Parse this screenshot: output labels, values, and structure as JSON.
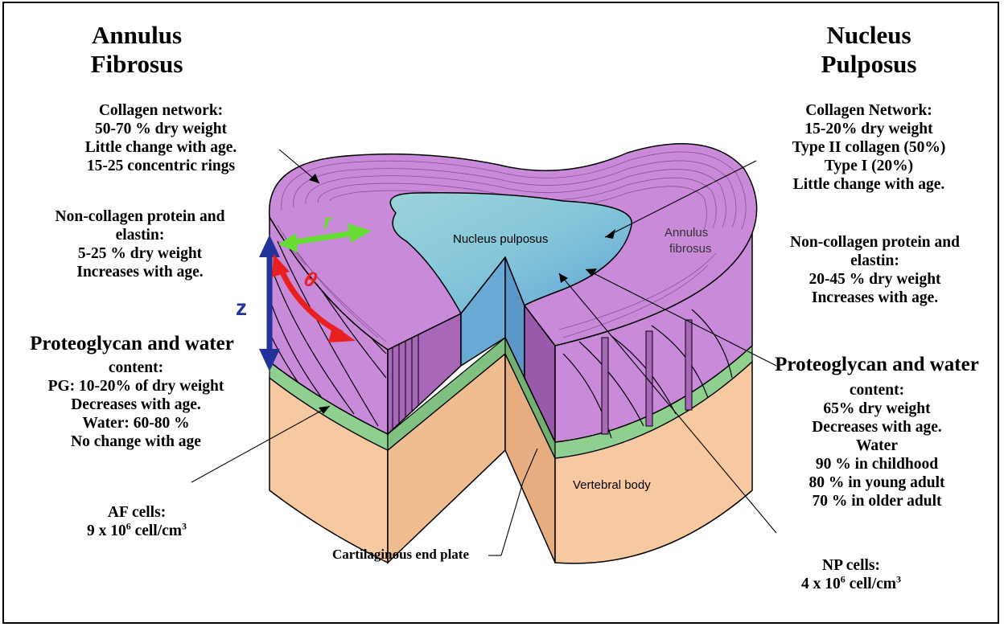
{
  "annulus": {
    "title": [
      "Annulus",
      "Fibrosus"
    ],
    "collagen": [
      "Collagen network:",
      "50-70 % dry weight",
      "Little change with age.",
      "15-25 concentric rings"
    ],
    "noncollagen": [
      "Non-collagen protein and",
      "elastin:",
      "5-25 %  dry weight",
      "Increases with age."
    ],
    "pg_heading": [
      "Proteoglycan and water"
    ],
    "pg": [
      "content:",
      "PG: 10-20% of dry weight",
      "Decreases with age.",
      "Water: 60-80 %",
      "No change with age"
    ],
    "cells_label": "AF cells:",
    "cells_value": {
      "prefix": "9 x 10",
      "exp": "6",
      "suffix": " cell/cm",
      "unit_exp": "3"
    }
  },
  "nucleus": {
    "title": [
      "Nucleus",
      "Pulposus"
    ],
    "collagen": [
      "Collagen Network:",
      "15-20% dry weight",
      "Type II collagen (50%)",
      "Type I (20%)",
      "Little change with age."
    ],
    "noncollagen": [
      "Non-collagen protein and",
      "elastin:",
      "20-45 %  dry weight",
      "Increases with age."
    ],
    "pg_heading": [
      "Proteoglycan and water"
    ],
    "pg": [
      "content:",
      "65% dry weight",
      "Decreases with age.",
      "Water",
      "90 % in childhood",
      "80 % in young adult",
      "70 % in older adult"
    ],
    "cells_label": "NP cells:",
    "cells_value": {
      "prefix": "4 x 10",
      "exp": "6",
      "suffix": " cell/cm",
      "unit_exp": "3"
    }
  },
  "endplate_label": "Cartilaginous end plate",
  "diagram": {
    "nucleus_label": "Nucleus pulposus",
    "annulus_label": [
      "Annulus",
      "fibrosus"
    ],
    "vertebral_label": "Vertebral body",
    "axis_r": "r",
    "axis_theta": "θ",
    "axis_z": "z"
  },
  "colors": {
    "annulus": "#c98ad9",
    "annulus_dark": "#a667b6",
    "nucleus": "#7bb7d6",
    "nucleus_light": "#a8d8dc",
    "endplate": "#8fcf8f",
    "vertebral": "#f7c9a0",
    "arrow_r": "#66dd33",
    "arrow_theta": "#e82020",
    "arrow_z": "#22339a"
  }
}
